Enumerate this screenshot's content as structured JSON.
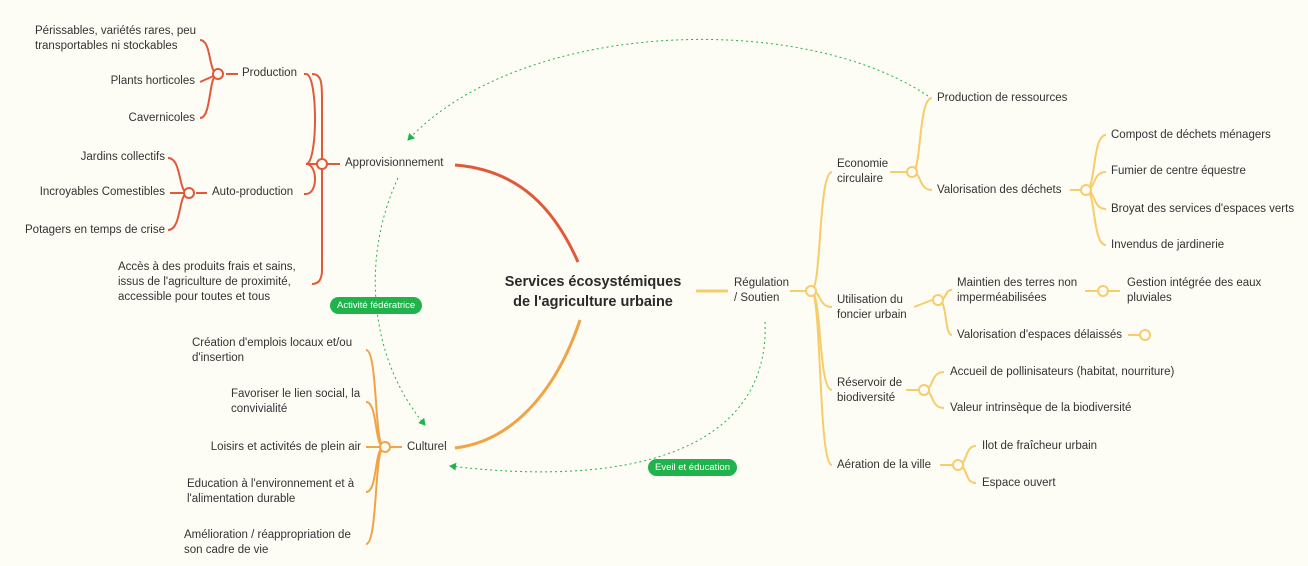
{
  "central": {
    "line1": "Services écosystémiques",
    "line2": "de l'agriculture urbaine"
  },
  "colors": {
    "approvisionnement": "#e05a3a",
    "culturel": "#f0a448",
    "regulation": "#f6cd6a",
    "links": "#20b34c",
    "background": "#fdfcf5"
  },
  "approvisionnement": {
    "label": "Approvisionnement",
    "production": {
      "label": "Production",
      "items": [
        "Périssables, variétés rares, peu transportables ni stockables",
        "Plants horticoles",
        "Cavernicoles"
      ]
    },
    "autoproduction": {
      "label": "Auto-production",
      "items": [
        "Jardins collectifs",
        "Incroyables Comestibles",
        "Potagers en temps de crise"
      ]
    },
    "acces": "Accès à des produits frais et sains, issus de l'agriculture de proximité, accessible pour toutes et tous"
  },
  "culturel": {
    "label": "Culturel",
    "items": [
      "Création d'emplois locaux et/ou d'insertion",
      "Favoriser le lien social, la convivialité",
      "Loisirs et activités de plein air",
      "Education à l'environnement et à l'alimentation durable",
      "Amélioration / réappropriation de son cadre de vie"
    ]
  },
  "regulation": {
    "label": "Régulation / Soutien",
    "economie": {
      "label": "Economie circulaire",
      "production_ressources": "Production de ressources",
      "valorisation": {
        "label": "Valorisation des déchets",
        "items": [
          "Compost de déchets ménagers",
          "Fumier de centre équestre",
          "Broyat des services d'espaces verts",
          "Invendus de jardinerie"
        ]
      }
    },
    "foncier": {
      "label": "Utilisation du foncier urbain",
      "maintien": "Maintien des terres non imperméabilisées",
      "gestion": "Gestion intégrée des eaux pluviales",
      "valorisation_espaces": "Valorisation d'espaces délaissés"
    },
    "biodiversite": {
      "label": "Réservoir de biodiversité",
      "items": [
        "Accueil de pollinisateurs (habitat, nourriture)",
        "Valeur intrinsèque de la biodiversité"
      ]
    },
    "aeration": {
      "label": "Aération de la ville",
      "items": [
        "Ilot de fraîcheur urbain",
        "Espace ouvert"
      ]
    }
  },
  "links": {
    "activite": "Activité fédératrice",
    "eveil": "Eveil et éducation"
  }
}
